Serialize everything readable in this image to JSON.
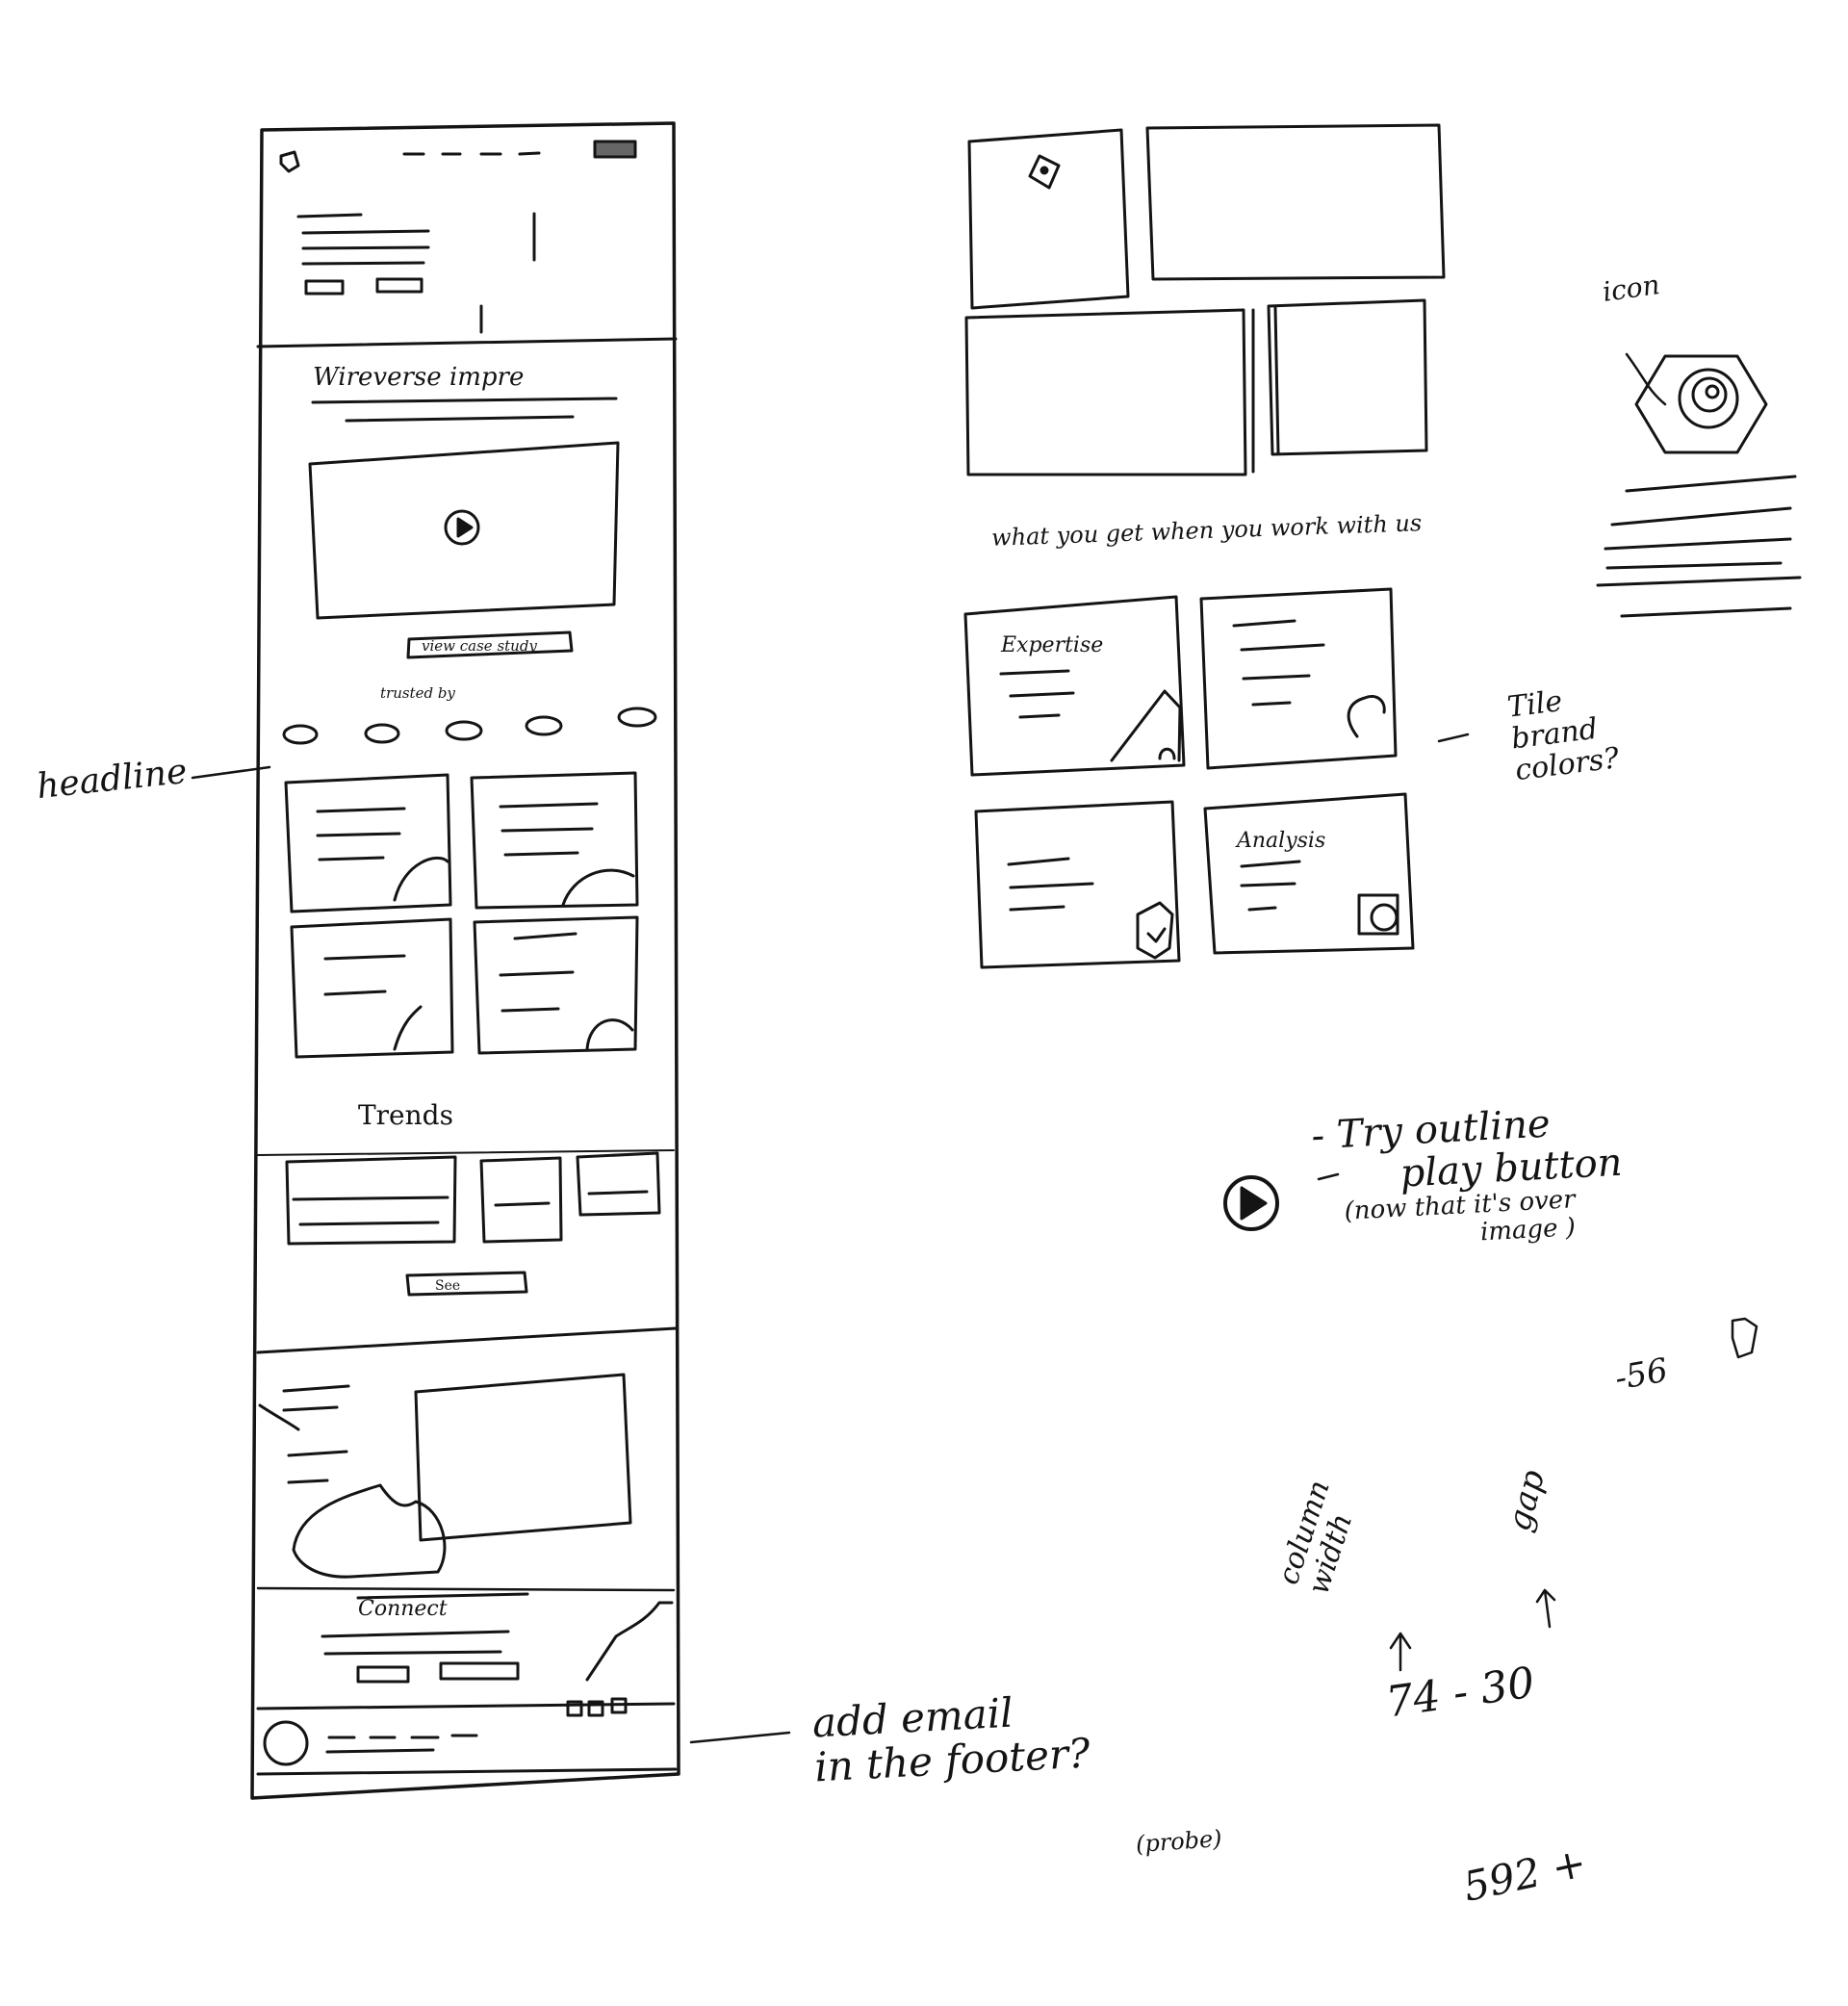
{
  "annotations": {
    "headline": "headline",
    "what_you_get": "what you get when you work with us",
    "icon": "icon",
    "tile_brand_colors": [
      "Tile",
      "brand",
      "colors?"
    ],
    "play_button": [
      "- Try outline",
      "play button",
      "(now that it's over",
      "image )"
    ],
    "email_footer": [
      "add email",
      "in the footer?"
    ],
    "number_56": "-56",
    "column_width": [
      "column",
      "width"
    ],
    "gap": "gap",
    "grid_numbers": "74 - 30",
    "number_592": "592 +",
    "paren_note": "(probe)"
  },
  "wireframe_labels": {
    "section_heading": "Wireverse impre",
    "view_button": "view case study",
    "trusted_by": "trusted by",
    "trends": "Trends",
    "more_button": "See",
    "cta_heading": "Connect"
  },
  "tile_titles": [
    "Expertise",
    "Analysis"
  ],
  "colors": {
    "ink": "#141414",
    "paper": "#ffffff"
  }
}
